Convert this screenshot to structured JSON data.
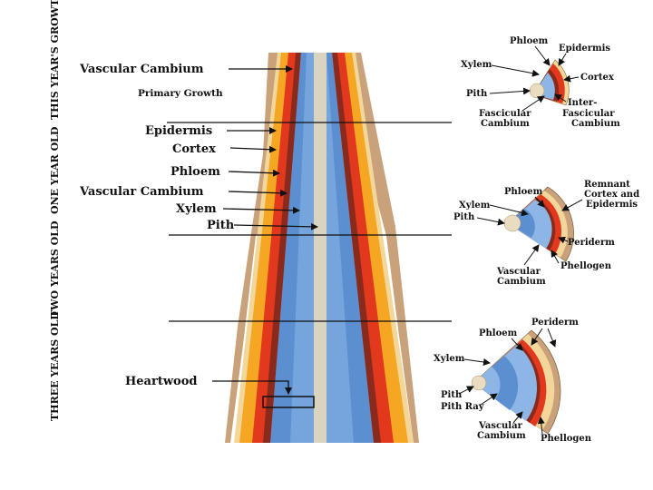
{
  "side_labels": {
    "this_year": "THIS YEAR'S GROWTH",
    "one_year": "ONE YEAR OLD",
    "two_years": "TWO YEARS OLD",
    "three_years": "THREE YEARS OLD"
  },
  "stem_labels": {
    "vascular_cambium_top": "Vascular Cambium",
    "primary_growth": "Primary Growth",
    "epidermis": "Epidermis",
    "cortex": "Cortex",
    "phloem": "Phloem",
    "vascular_cambium": "Vascular Cambium",
    "xylem": "Xylem",
    "pith": "Pith",
    "heartwood": "Heartwood"
  },
  "section1": {
    "phloem": "Phloem",
    "epidermis": "Epidermis",
    "xylem": "Xylem",
    "cortex": "Cortex",
    "pith": "Pith",
    "fascicular_1": "Fascicular",
    "fascicular_2": "Cambium",
    "inter_1": "Inter-",
    "inter_2": "Fascicular",
    "inter_3": "Cambium"
  },
  "section2": {
    "remnant_1": "Remnant",
    "remnant_2": "Cortex and",
    "remnant_3": "Epidermis",
    "phloem": "Phloem",
    "xylem": "Xylem",
    "pith": "Pith",
    "periderm": "Periderm",
    "phellogen": "Phellogen",
    "vascular_1": "Vascular",
    "vascular_2": "Cambium"
  },
  "section3": {
    "periderm": "Periderm",
    "phloem": "Phloem",
    "xylem": "Xylem",
    "pith": "Pith",
    "pith_ray": "Pith Ray",
    "vascular_1": "Vascular",
    "vascular_2": "Cambium",
    "phellogen": "Phellogen"
  },
  "colors": {
    "pith": "#d9d4bf",
    "xylem": "#5b8fd0",
    "xylem_light": "#8db6e6",
    "cambium": "#8a2a1c",
    "phloem": "#e2381d",
    "cortex": "#f5a623",
    "epidermis": "#f3d79a",
    "bark": "#b08a6a"
  }
}
